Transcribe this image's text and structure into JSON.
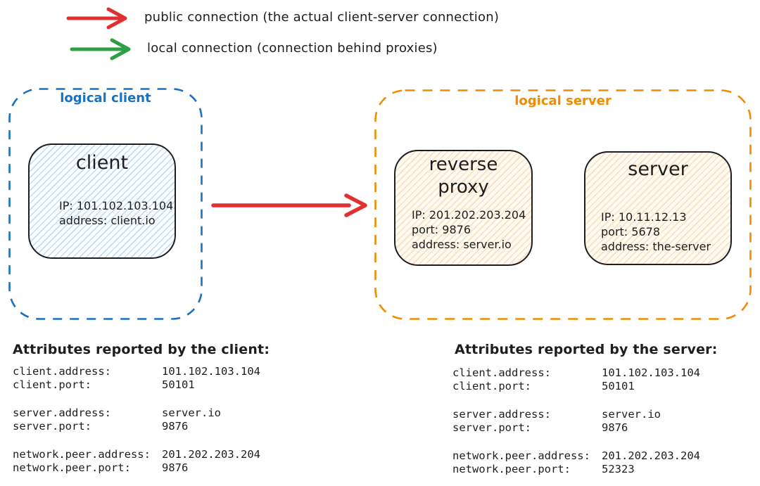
{
  "colors": {
    "public_connection": "#e03131",
    "local_connection": "#2f9e44",
    "logical_client_border": "#1971c2",
    "logical_server_border": "#f08c00",
    "node_border": "#1e1e1e",
    "client_node_fill": "#d5e9fa",
    "server_node_fill": "#fbe3c4"
  },
  "legend": {
    "public": {
      "label": "public connection (the actual client-server connection)"
    },
    "local": {
      "label": "local connection (connection behind proxies)"
    }
  },
  "logical_client": {
    "label": "logical client",
    "client_node": {
      "title": "client",
      "line1": "IP: 101.102.103.104",
      "line2": "address: client.io"
    }
  },
  "logical_server": {
    "label": "logical server",
    "proxy_node": {
      "title": "reverse proxy",
      "line1": "IP: 201.202.203.204",
      "line2": "port: 9876",
      "line3": "address: server.io"
    },
    "server_node": {
      "title": "server",
      "line1": "IP: 10.11.12.13",
      "line2": "port: 5678",
      "line3": "address: the-server"
    }
  },
  "attributes_client": {
    "heading": "Attributes reported by the client:",
    "groups": [
      [
        {
          "key": "client.address:",
          "value": "101.102.103.104"
        },
        {
          "key": "client.port:",
          "value": "50101"
        }
      ],
      [
        {
          "key": "server.address:",
          "value": "server.io"
        },
        {
          "key": "server.port:",
          "value": "9876"
        }
      ],
      [
        {
          "key": "network.peer.address:",
          "value": "201.202.203.204"
        },
        {
          "key": "network.peer.port:",
          "value": "9876"
        }
      ]
    ]
  },
  "attributes_server": {
    "heading": "Attributes reported by the server:",
    "groups": [
      [
        {
          "key": "client.address:",
          "value": "101.102.103.104"
        },
        {
          "key": "client.port:",
          "value": "50101"
        }
      ],
      [
        {
          "key": "server.address:",
          "value": "server.io"
        },
        {
          "key": "server.port:",
          "value": "9876"
        }
      ],
      [
        {
          "key": "network.peer.address:",
          "value": "201.202.203.204"
        },
        {
          "key": "network.peer.port:",
          "value": "52323"
        }
      ]
    ]
  }
}
